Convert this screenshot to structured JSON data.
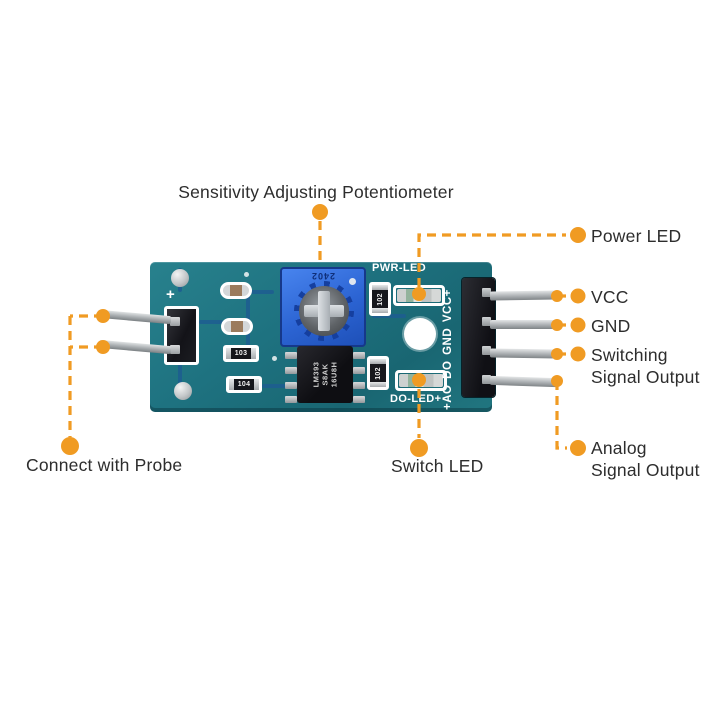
{
  "colors": {
    "accent_orange": "#F09B23",
    "pcb_teal": "#1E7280",
    "pot_blue": "#2C64D3",
    "label_text": "#2D2D2D"
  },
  "labels": {
    "sensitivity": "Sensitivity Adjusting Potentiometer",
    "power_led": "Power LED",
    "vcc": "VCC",
    "gnd": "GND",
    "switching": "Switching\nSignal Output",
    "analog": "Analog\nSignal Output",
    "probe": "Connect with Probe",
    "switch_led": "Switch LED"
  },
  "pcb": {
    "silkscreen": {
      "pwr_led": "PWR-LED",
      "do_led": "DO-LED+",
      "pin_column": "+AO DO GND VCC+",
      "probe_plus": "+"
    },
    "components": {
      "pot_marking": "2402",
      "chip_text": "LM393\nS8AK\n16U8H",
      "resistor_r1": "103",
      "resistor_r2": "104",
      "resistor_r3": "102",
      "resistor_r4": "102"
    }
  }
}
